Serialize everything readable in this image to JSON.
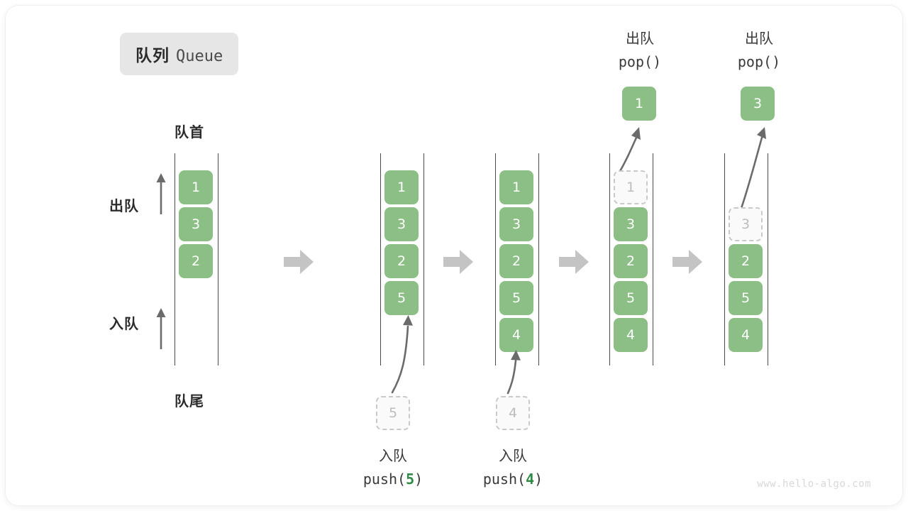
{
  "title": {
    "cn": "队列",
    "en": "Queue"
  },
  "labels": {
    "head": "队首",
    "tail": "队尾",
    "dequeue": "出队",
    "enqueue": "入队"
  },
  "watermark": "www.hello-algo.com",
  "colors": {
    "element_fill": "#8cbf85",
    "element_text": "#ffffff",
    "ghost_border": "#c9c9c9",
    "ghost_text": "#bdbdbd",
    "rail": "#4a4a4a",
    "arrow": "#6b6b6b",
    "step_arrow": "#c4c4c4",
    "badge_bg": "#e6e6e6",
    "highlight_green": "#2e8b45",
    "watermark": "#d8d8d8"
  },
  "stages": [
    {
      "id": "initial",
      "caption_cn": "",
      "caption_code": "",
      "cells": [
        {
          "value": "1",
          "state": "filled",
          "slot": 0
        },
        {
          "value": "3",
          "state": "filled",
          "slot": 1
        },
        {
          "value": "2",
          "state": "filled",
          "slot": 2
        }
      ],
      "ghost_outside": null,
      "popped": null
    },
    {
      "id": "push-5",
      "caption_cn": "入队",
      "caption_code_prefix": "push(",
      "caption_code_value": "5",
      "caption_code_suffix": ")",
      "cells": [
        {
          "value": "1",
          "state": "filled",
          "slot": 0
        },
        {
          "value": "3",
          "state": "filled",
          "slot": 1
        },
        {
          "value": "2",
          "state": "filled",
          "slot": 2
        },
        {
          "value": "5",
          "state": "filled",
          "slot": 3
        }
      ],
      "ghost_outside": {
        "value": "5"
      },
      "popped": null
    },
    {
      "id": "push-4",
      "caption_cn": "入队",
      "caption_code_prefix": "push(",
      "caption_code_value": "4",
      "caption_code_suffix": ")",
      "cells": [
        {
          "value": "1",
          "state": "filled",
          "slot": 0
        },
        {
          "value": "3",
          "state": "filled",
          "slot": 1
        },
        {
          "value": "2",
          "state": "filled",
          "slot": 2
        },
        {
          "value": "5",
          "state": "filled",
          "slot": 3
        },
        {
          "value": "4",
          "state": "filled",
          "slot": 4
        }
      ],
      "ghost_outside": {
        "value": "4"
      },
      "popped": null
    },
    {
      "id": "pop-1",
      "caption_cn": "出队",
      "caption_code_prefix": "pop(",
      "caption_code_value": "",
      "caption_code_suffix": ")",
      "cells": [
        {
          "value": "1",
          "state": "ghost",
          "slot": 0
        },
        {
          "value": "3",
          "state": "filled",
          "slot": 1
        },
        {
          "value": "2",
          "state": "filled",
          "slot": 2
        },
        {
          "value": "5",
          "state": "filled",
          "slot": 3
        },
        {
          "value": "4",
          "state": "filled",
          "slot": 4
        }
      ],
      "ghost_outside": null,
      "popped": {
        "value": "1"
      }
    },
    {
      "id": "pop-3",
      "caption_cn": "出队",
      "caption_code_prefix": "pop(",
      "caption_code_value": "",
      "caption_code_suffix": ")",
      "cells": [
        {
          "value": "3",
          "state": "ghost",
          "slot": 1
        },
        {
          "value": "2",
          "state": "filled",
          "slot": 2
        },
        {
          "value": "5",
          "state": "filled",
          "slot": 3
        },
        {
          "value": "4",
          "state": "filled",
          "slot": 4
        }
      ],
      "ghost_outside": null,
      "popped": {
        "value": "3"
      }
    }
  ]
}
